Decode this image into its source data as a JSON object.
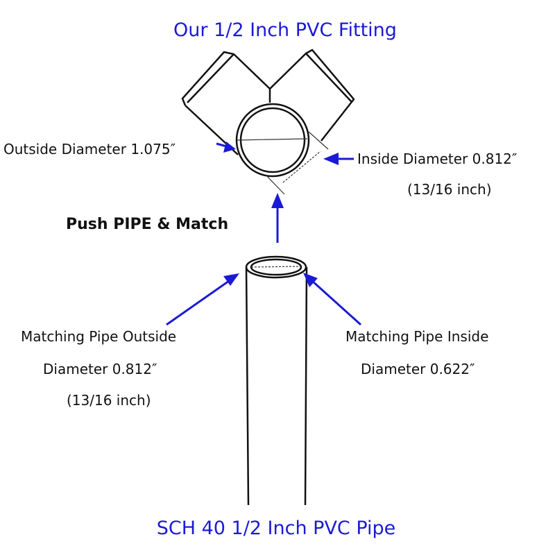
{
  "title": "Our 1/2 Inch PVC Fitting",
  "fitting": {
    "outside_diameter": "Outside Diameter 1.075″",
    "inside_diameter": "Inside Diameter 0.812″",
    "inside_diameter_fraction": "(13/16 inch)"
  },
  "action": "Push PIPE & Match",
  "pipe": {
    "outside_line1": "Matching Pipe Outside",
    "outside_line2": "Diameter 0.812″",
    "outside_line3": "(13/16 inch)",
    "inside_line1": "Matching Pipe Inside",
    "inside_line2": "Diameter 0.622″"
  },
  "footer": "SCH 40 1/2 Inch PVC Pipe",
  "colors": {
    "accent": "#1a1ad6"
  }
}
